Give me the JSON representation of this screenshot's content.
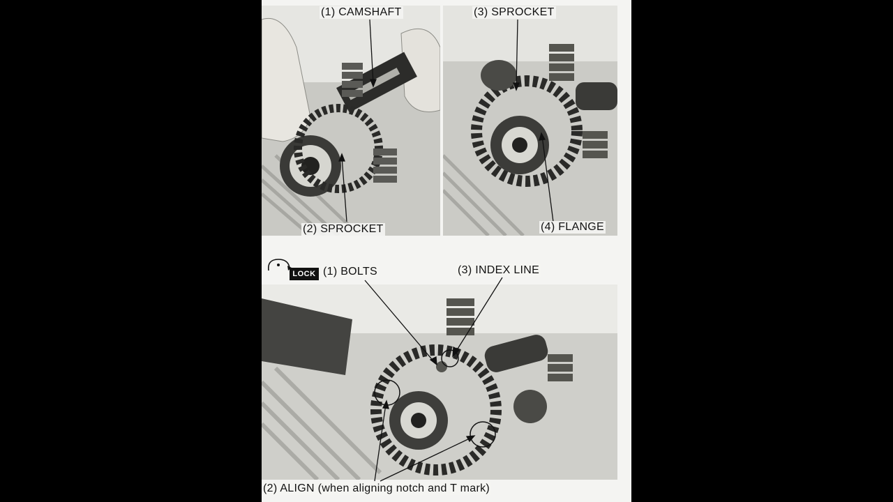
{
  "photo_top_left": {
    "callouts": [
      "(1) CAMSHAFT",
      "(2) SPROCKET"
    ]
  },
  "photo_top_right": {
    "callouts": [
      "(3) SPROCKET",
      "(4) FLANGE"
    ]
  },
  "photo_bottom": {
    "lock_badge": "LOCK",
    "callouts": [
      "(1) BOLTS",
      "(3) INDEX LINE",
      "(2) ALIGN (when aligning notch and T mark)"
    ]
  },
  "colors": {
    "background": "#000000",
    "page": "#f4f4f2",
    "ink": "#111111"
  }
}
